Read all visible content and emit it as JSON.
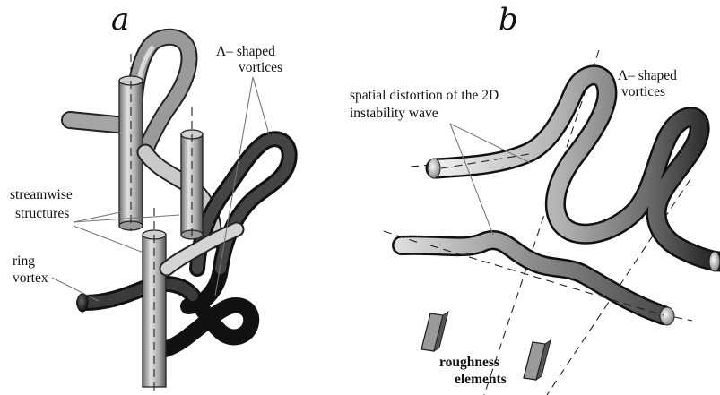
{
  "colors": {
    "dark_tube": "#2b2b2b",
    "mid_tube": "#8a8a8a",
    "light_tube": "#d6d6d6",
    "pillar": "#b9b9b9",
    "text": "#111111"
  },
  "panel_a": {
    "letter": "a",
    "label_lambda_line1": "Λ– shaped",
    "label_lambda_line2": "vortices",
    "label_streamwise_line1": "streamwise",
    "label_streamwise_line2": "structures",
    "label_ring_line1": "ring",
    "label_ring_line2": "vortex"
  },
  "panel_b": {
    "letter": "b",
    "label_spatial_line1": "spatial distortion of the 2D",
    "label_spatial_line2": "instability wave",
    "label_lambda_line1": "Λ– shaped",
    "label_lambda_line2": "vortices",
    "label_roughness_line1": "roughness",
    "label_roughness_line2": "elements"
  }
}
